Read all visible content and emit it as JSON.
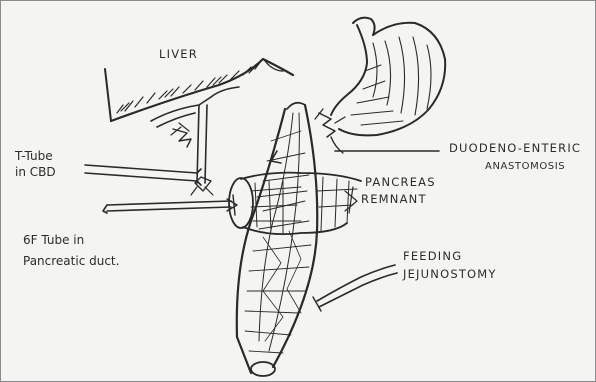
{
  "labels": {
    "liver": "LIVER",
    "t_tube_1": "T-Tube",
    "t_tube_2": "in CBD",
    "duodeno_1": "DUODENO-ENTERIC",
    "duodeno_2": "ANASTOMOSIS",
    "pancreas_1": "PANCREAS",
    "pancreas_2": "REMNANT",
    "pd_tube_1": "6F Tube in",
    "pd_tube_2": "Pancreatic duct.",
    "feeding_1": "FEEDING",
    "feeding_2": "JEJUNOSTOMY"
  },
  "colors": {
    "paper": "#f4f4f2",
    "ink": "#2a2a2a"
  }
}
